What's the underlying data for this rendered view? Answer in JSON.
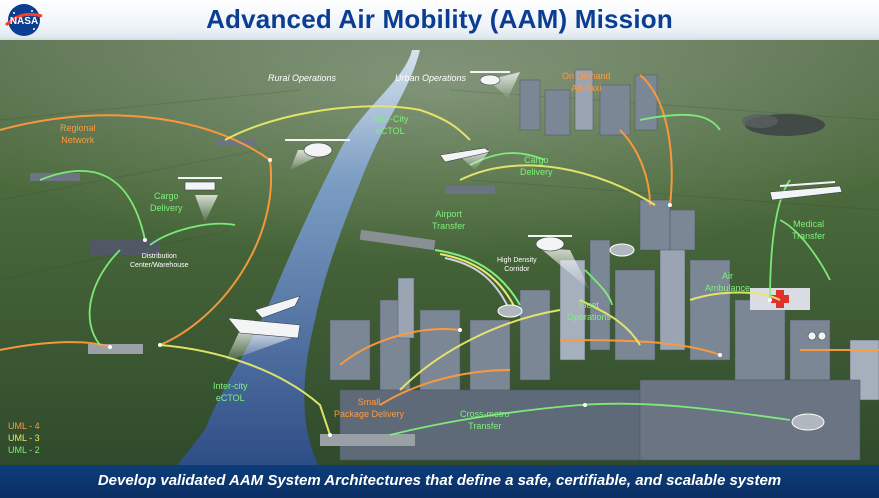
{
  "header": {
    "title": "Advanced Air Mobility (AAM) Mission",
    "logo_text": "NASA"
  },
  "footer": {
    "text": "Develop validated AAM System Architectures that define a safe, certifiable, and scalable system"
  },
  "labels": {
    "rural_operations": "Rural Operations",
    "urban_operations": "Urban Operations",
    "on_demand_air_taxi_line1": "On Demand",
    "on_demand_air_taxi_line2": "Air-Taxi",
    "regional_network_line1": "Regional",
    "regional_network_line2": "Network",
    "intercity_ectol_top_line1": "Inter-City",
    "intercity_ectol_top_line2": "eCTOL",
    "cargo_delivery_left_line1": "Cargo",
    "cargo_delivery_left_line2": "Delivery",
    "cargo_delivery_center_line1": "Cargo",
    "cargo_delivery_center_line2": "Delivery",
    "distribution_center_line1": "Distribution",
    "distribution_center_line2": "Center/Warehouse",
    "airport_transfer_line1": "Airport",
    "airport_transfer_line2": "Transfer",
    "high_density_corridor_line1": "High Density",
    "high_density_corridor_line2": "Corridor",
    "medical_transfer_line1": "Medical",
    "medical_transfer_line2": "Transfer",
    "air_ambulance_line1": "Air",
    "air_ambulance_line2": "Ambulance",
    "fleet_operations_line1": "Fleet",
    "fleet_operations_line2": "Operations",
    "intercity_ectol_bottom_line1": "Inter-city",
    "intercity_ectol_bottom_line2": "eCTOL",
    "small_package_delivery_line1": "Small",
    "small_package_delivery_line2": "Package Delivery",
    "cross_metro_transfer_line1": "Cross-metro",
    "cross_metro_transfer_line2": "Transfer"
  },
  "uml_legend": [
    {
      "label": "UML - 4",
      "color": "#ff9a3c"
    },
    {
      "label": "UML - 3",
      "color": "#e8e86a"
    },
    {
      "label": "UML - 2",
      "color": "#7ef07a"
    }
  ],
  "colors": {
    "title": "#0b3d91",
    "uml4_orange": "#ff9a3c",
    "uml3_yellow": "#e8e86a",
    "uml2_green": "#7ef07a",
    "footer_bg": "#0d3d7a"
  }
}
